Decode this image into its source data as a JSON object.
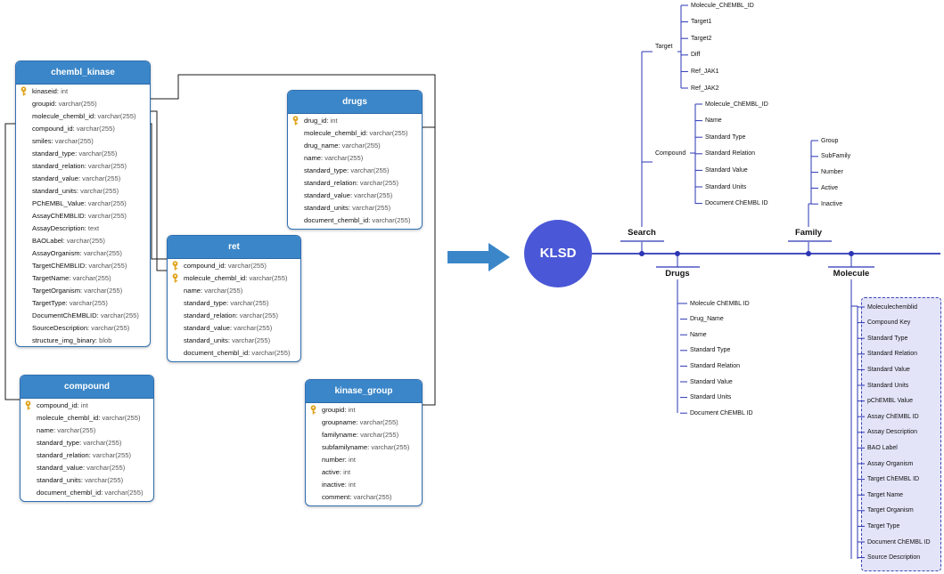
{
  "tables": [
    {
      "id": "chembl_kinase",
      "title": "chembl_kinase",
      "fields": [
        {
          "name": "kinaseid",
          "type": "int",
          "key": true
        },
        {
          "name": "groupid",
          "type": "varchar(255)"
        },
        {
          "name": "molecule_chembl_id",
          "type": "varchar(255)"
        },
        {
          "name": "compound_id",
          "type": "varchar(255)"
        },
        {
          "name": "smiles",
          "type": "varchar(255)"
        },
        {
          "name": "standard_type",
          "type": "varchar(255)"
        },
        {
          "name": "standard_relation",
          "type": "varchar(255)"
        },
        {
          "name": "standard_value",
          "type": "varchar(255)"
        },
        {
          "name": "standard_units",
          "type": "varchar(255)"
        },
        {
          "name": "PChEMBL_Value",
          "type": "varchar(255)"
        },
        {
          "name": "AssayChEMBLID",
          "type": "varchar(255)"
        },
        {
          "name": "AssayDescription",
          "type": "text"
        },
        {
          "name": "BAOLabel",
          "type": "varchar(255)"
        },
        {
          "name": "AssayOrganism",
          "type": "varchar(255)"
        },
        {
          "name": "TargetChEMBLID",
          "type": "varchar(255)"
        },
        {
          "name": "TargetName",
          "type": "varchar(255)"
        },
        {
          "name": "TargetOrganism",
          "type": "varchar(255)"
        },
        {
          "name": "TargetType",
          "type": "varchar(255)"
        },
        {
          "name": "DocumentChEMBLID",
          "type": "varchar(255)"
        },
        {
          "name": "SourceDescription",
          "type": "varchar(255)"
        },
        {
          "name": "structure_img_binary",
          "type": "blob"
        }
      ]
    },
    {
      "id": "compound",
      "title": "compound",
      "fields": [
        {
          "name": "compound_id",
          "type": "int",
          "key": true
        },
        {
          "name": "molecule_chembl_id",
          "type": "varchar(255)"
        },
        {
          "name": "name",
          "type": "varchar(255)"
        },
        {
          "name": "standard_type",
          "type": "varchar(255)"
        },
        {
          "name": "standard_relation",
          "type": "varchar(255)"
        },
        {
          "name": "standard_value",
          "type": "varchar(255)"
        },
        {
          "name": "standard_units",
          "type": "varchar(255)"
        },
        {
          "name": "document_chembl_id",
          "type": "varchar(255)"
        }
      ]
    },
    {
      "id": "drugs",
      "title": "drugs",
      "fields": [
        {
          "name": "drug_id",
          "type": "int",
          "key": true
        },
        {
          "name": "molecule_chembl_id",
          "type": "varchar(255)"
        },
        {
          "name": "drug_name",
          "type": "varchar(255)"
        },
        {
          "name": "name",
          "type": "varchar(255)"
        },
        {
          "name": "standard_type",
          "type": "varchar(255)"
        },
        {
          "name": "standard_relation",
          "type": "varchar(255)"
        },
        {
          "name": "standard_value",
          "type": "varchar(255)"
        },
        {
          "name": "standard_units",
          "type": "varchar(255)"
        },
        {
          "name": "document_chembl_id",
          "type": "varchar(255)"
        }
      ]
    },
    {
      "id": "ret",
      "title": "ret",
      "fields": [
        {
          "name": "compound_id",
          "type": "varchar(255)",
          "key": true
        },
        {
          "name": "molecule_chembl_id",
          "type": "varchar(255)",
          "key": true
        },
        {
          "name": "name",
          "type": "varchar(255)"
        },
        {
          "name": "standard_type",
          "type": "varchar(255)"
        },
        {
          "name": "standard_relation",
          "type": "varchar(255)"
        },
        {
          "name": "standard_value",
          "type": "varchar(255)"
        },
        {
          "name": "standard_units",
          "type": "varchar(255)"
        },
        {
          "name": "document_chembl_id",
          "type": "varchar(255)"
        }
      ]
    },
    {
      "id": "kinase_group",
      "title": "kinase_group",
      "fields": [
        {
          "name": "groupid",
          "type": "int",
          "key": true
        },
        {
          "name": "groupname",
          "type": "varchar(255)"
        },
        {
          "name": "familyname",
          "type": "varchar(255)"
        },
        {
          "name": "subfamilyname",
          "type": "varchar(255)"
        },
        {
          "name": "number",
          "type": "int"
        },
        {
          "name": "active",
          "type": "int"
        },
        {
          "name": "inactive",
          "type": "int"
        },
        {
          "name": "comment",
          "type": "varchar(255)"
        }
      ]
    }
  ],
  "root": {
    "label": "KLSD"
  },
  "branches": {
    "search": {
      "label": "Search",
      "target": {
        "label": "Target",
        "items": [
          "Molecule_ChEMBL_ID",
          "Target1",
          "Target2",
          "Diff",
          "Ref_JAK1",
          "Ref_JAK2"
        ]
      },
      "compound": {
        "label": "Compound",
        "items": [
          "Molecule_ChEMBL_ID",
          "Name",
          "Standard Type",
          "Standard Relation",
          "Standard Value",
          "Standard Units",
          "Document ChEMBL ID"
        ]
      }
    },
    "drugs": {
      "label": "Drugs",
      "items": [
        "Molecule ChEMBL ID",
        "Drug_Name",
        "Name",
        "Standard Type",
        "Standard Relation",
        "Standard Value",
        "Standard Units",
        "Document ChEMBL ID"
      ]
    },
    "family": {
      "label": "Family",
      "items": [
        "Group",
        "SubFamily",
        "Number",
        "Active",
        "Inactive"
      ]
    },
    "molecule": {
      "label": "Molecule",
      "items": [
        "Moleculechemblid",
        "Compound Key",
        "Standard Type",
        "Standard Relation",
        "Standard Value",
        "Standard Units",
        "pChEMBL Value",
        "Assay ChEMBL ID",
        "Assay Description",
        "BAO Label",
        "Assay Organism",
        "Target ChEMBL ID",
        "Target Name",
        "Target Organism",
        "Target Type",
        "Document ChEMBL ID",
        "Source Description"
      ]
    }
  },
  "colors": {
    "table_header": "#3a86c8",
    "table_border": "#2f6fb3",
    "tree_line": "#2b35b5",
    "root_fill": "#4a57d6",
    "arrow": "#3a86c8",
    "molecule_box": "#e3e4f8"
  }
}
